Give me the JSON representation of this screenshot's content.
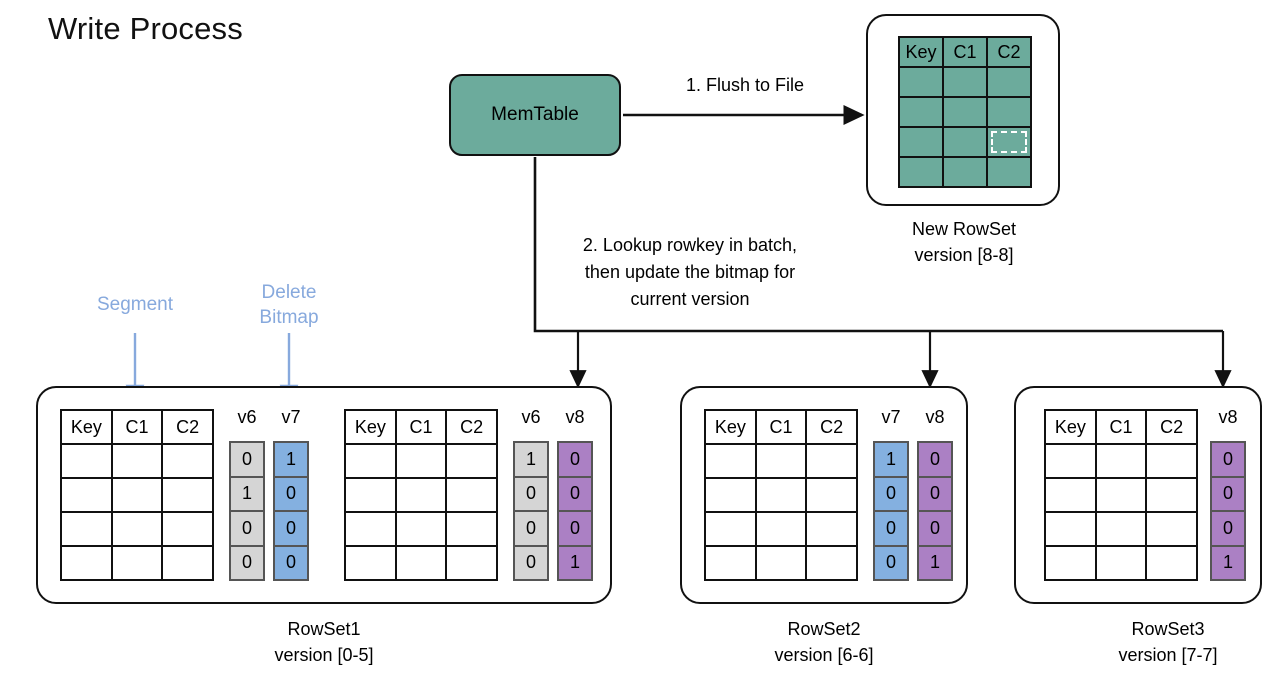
{
  "title": "Write Process",
  "memtable": {
    "label": "MemTable"
  },
  "steps": {
    "step1": "1. Flush to File",
    "step2": "2. Lookup rowkey in batch,\nthen update the bitmap for\ncurrent version"
  },
  "annotations": {
    "segment": "Segment",
    "delete_bitmap": "Delete\nBitmap"
  },
  "columns": {
    "key": "Key",
    "c1": "C1",
    "c2": "C2"
  },
  "new_rowset": {
    "caption": "New RowSet\nversion [8-8]",
    "name": "New RowSet",
    "version": "version [8-8]",
    "header": [
      "Key",
      "C1",
      "C2"
    ],
    "body_rows": 4,
    "highlight_cell": {
      "row": 3,
      "col": 3
    }
  },
  "rowsets": [
    {
      "caption": "RowSet1\nversion [0-5]",
      "name": "RowSet1",
      "version": "version [0-5]",
      "segments": [
        {
          "header": [
            "Key",
            "C1",
            "C2"
          ],
          "body_rows": 4,
          "bitmaps": [
            {
              "label": "v6",
              "color": "gray",
              "hex": "#d5d5d5",
              "bits": [
                "0",
                "1",
                "0",
                "0"
              ]
            },
            {
              "label": "v7",
              "color": "blue",
              "hex": "#84b0e0",
              "bits": [
                "1",
                "0",
                "0",
                "0"
              ]
            }
          ]
        },
        {
          "header": [
            "Key",
            "C1",
            "C2"
          ],
          "body_rows": 4,
          "bitmaps": [
            {
              "label": "v6",
              "color": "gray",
              "hex": "#d5d5d5",
              "bits": [
                "1",
                "0",
                "0",
                "0"
              ]
            },
            {
              "label": "v8",
              "color": "purple",
              "hex": "#ab80c4",
              "bits": [
                "0",
                "0",
                "0",
                "1"
              ]
            }
          ]
        }
      ]
    },
    {
      "caption": "RowSet2\nversion [6-6]",
      "name": "RowSet2",
      "version": "version [6-6]",
      "segments": [
        {
          "header": [
            "Key",
            "C1",
            "C2"
          ],
          "body_rows": 4,
          "bitmaps": [
            {
              "label": "v7",
              "color": "blue",
              "hex": "#84b0e0",
              "bits": [
                "1",
                "0",
                "0",
                "0"
              ]
            },
            {
              "label": "v8",
              "color": "purple",
              "hex": "#ab80c4",
              "bits": [
                "0",
                "0",
                "0",
                "1"
              ]
            }
          ]
        }
      ]
    },
    {
      "caption": "RowSet3\nversion [7-7]",
      "name": "RowSet3",
      "version": "version [7-7]",
      "segments": [
        {
          "header": [
            "Key",
            "C1",
            "C2"
          ],
          "body_rows": 4,
          "bitmaps": [
            {
              "label": "v8",
              "color": "purple",
              "hex": "#ab80c4",
              "bits": [
                "0",
                "0",
                "0",
                "1"
              ]
            }
          ]
        }
      ]
    }
  ],
  "colors": {
    "teal": "#6cab9c",
    "gray_bitmap": "#d5d5d5",
    "blue_bitmap": "#84b0e0",
    "purple_bitmap": "#ab80c4",
    "annotation_blue": "#87a9dd",
    "stroke": "#111111",
    "background": "#ffffff"
  }
}
